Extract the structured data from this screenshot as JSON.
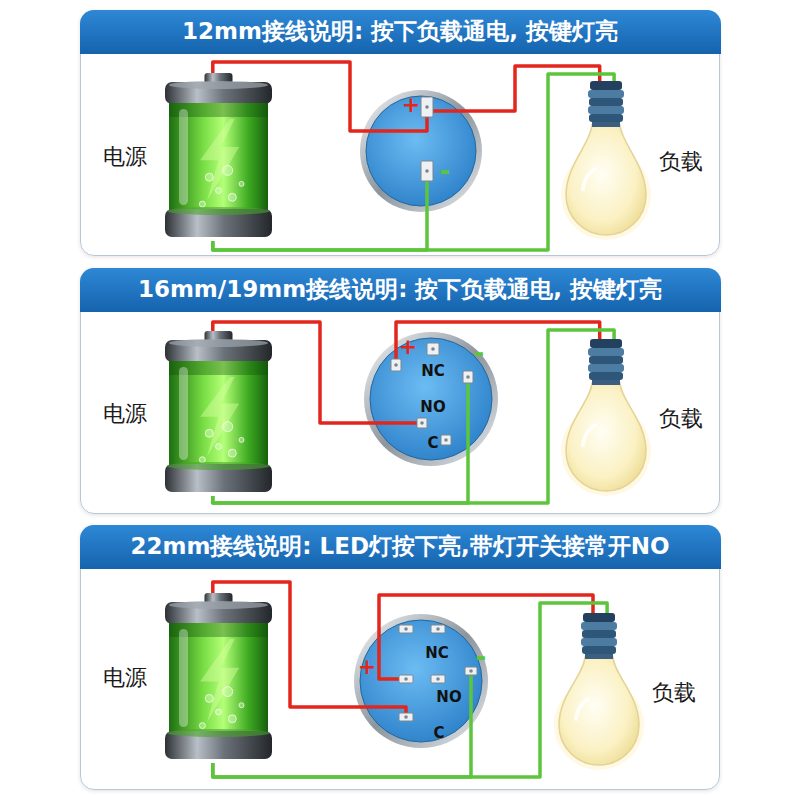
{
  "diagram": {
    "nodes": [
      {
        "text": [
          "12mm接线说明: 按下负载通电, 按键灯亮"
        ]
      },
      {
        "text": [
          "电源"
        ],
        "in": 0
      },
      {
        "text": [
          "+",
          "-"
        ],
        "in": 0
      },
      {
        "text": [
          "负载"
        ],
        "in": 0
      },
      {
        "text": [
          "16mm/19mm接线说明: 按下负载通电, 按键灯亮"
        ]
      },
      {
        "text": [
          "电源"
        ],
        "in": 4
      },
      {
        "text": [
          "+",
          "-",
          "NC",
          "NO",
          "C"
        ],
        "in": 4
      },
      {
        "text": [
          "负载"
        ],
        "in": 4
      },
      {
        "text": [
          "22mm接线说明: LED灯按下亮,带灯开关接常开NO"
        ]
      },
      {
        "text": [
          "电源"
        ],
        "in": 8
      },
      {
        "text": [
          "+",
          "-",
          "NC",
          "NO",
          "C"
        ],
        "in": 8
      },
      {
        "text": [
          "负载"
        ],
        "in": 8
      }
    ],
    "edges": [
      {
        "from": 1,
        "to": 2,
        "arrow": "none"
      },
      {
        "from": 2,
        "to": 3,
        "arrow": "none"
      },
      {
        "from": 3,
        "to": 1,
        "arrow": "none"
      },
      {
        "from": 2,
        "to": 1,
        "arrow": "none"
      },
      {
        "from": 5,
        "to": 6,
        "arrow": "none"
      },
      {
        "from": 6,
        "to": 7,
        "arrow": "none"
      },
      {
        "from": 7,
        "to": 5,
        "arrow": "none"
      },
      {
        "from": 6,
        "to": 5,
        "arrow": "none"
      },
      {
        "from": 9,
        "to": 10,
        "arrow": "none"
      },
      {
        "from": 10,
        "to": 11,
        "arrow": "none"
      },
      {
        "from": 11,
        "to": 9,
        "arrow": "none"
      },
      {
        "from": 10,
        "to": 9,
        "arrow": "none"
      }
    ]
  }
}
